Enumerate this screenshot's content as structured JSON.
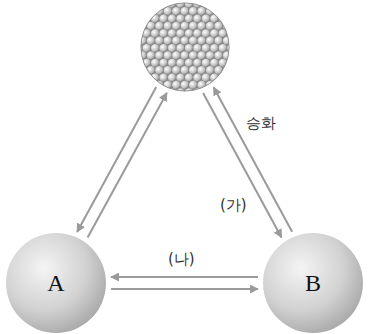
{
  "diagram": {
    "nodes": [
      {
        "text": []
      },
      {
        "text": [
          "A"
        ]
      },
      {
        "text": [
          "B"
        ]
      }
    ],
    "edges": [
      {
        "from": 0,
        "to": 1,
        "arrow": "to"
      },
      {
        "from": 1,
        "to": 0,
        "arrow": "to"
      },
      {
        "from": 0,
        "to": 2,
        "label": "(가)",
        "arrow": "to"
      },
      {
        "from": 2,
        "to": 0,
        "label": "승화",
        "arrow": "to"
      },
      {
        "from": 2,
        "to": 1,
        "label": "(나)",
        "arrow": "to"
      },
      {
        "from": 1,
        "to": 2,
        "arrow": "to"
      }
    ]
  }
}
